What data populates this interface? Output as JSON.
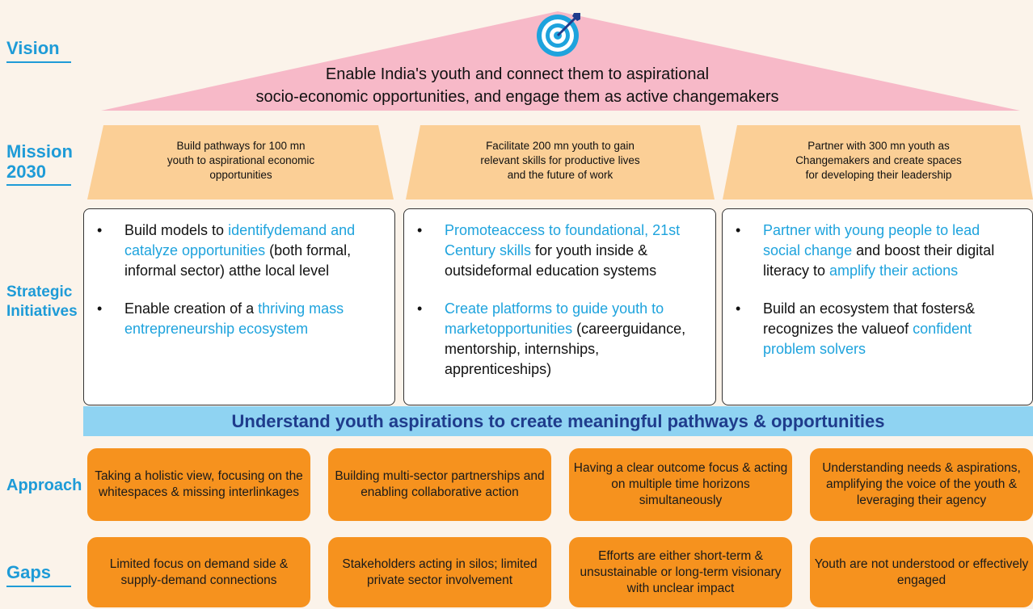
{
  "colors": {
    "accent": "#1e9bd7",
    "roof": "#f7b9c8",
    "trapezoid": "#fbcf96",
    "banner": "#8fd3f2",
    "banner_text": "#1f3c8c",
    "orange": "#f6921e"
  },
  "labels": {
    "vision": "Vision",
    "mission_line1": "Mission",
    "mission_line2": "2030",
    "strategic_line1": "Strategic",
    "strategic_line2": "Initiatives",
    "approach": "Approach",
    "gaps": "Gaps"
  },
  "vision": {
    "icon": "target-icon",
    "line1": "Enable India's youth and connect them to aspirational",
    "line2": "socio-economic opportunities, and engage them as active changemakers"
  },
  "missions": [
    {
      "l1": "Build pathways for 100 mn",
      "l2": "youth to aspirational economic",
      "l3": "opportunities"
    },
    {
      "l1": "Facilitate 200 mn youth to gain",
      "l2": "relevant skills for productive lives",
      "l3": "and the future of work"
    },
    {
      "l1": "Partner with 300 mn youth as",
      "l2": "Changemakers and create spaces",
      "l3": "for developing their leadership"
    }
  ],
  "initiatives": [
    [
      {
        "a": "Build models to ",
        "b": "identifydemand and catalyze opportunities",
        "c": " (both formal, informal sector) atthe local level"
      },
      {
        "a": "Enable creation of a ",
        "b": "thriving mass entrepreneurship ecosystem",
        "c": ""
      }
    ],
    [
      {
        "a": "",
        "b": "Promoteaccess to foundational, 21st Century skills",
        "c": " for youth inside & outsideformal education systems"
      },
      {
        "a": "",
        "b": "Create platforms to guide youth to marketopportunities",
        "c": " (careerguidance, mentorship, internships, apprenticeships)"
      }
    ],
    [
      {
        "a": "",
        "b": "Partner with young people to lead social change",
        "c": " and boost their digital literacy to ",
        "d": "amplify their actions"
      },
      {
        "a": "Build an ecosystem that fosters& recognizes the valueof ",
        "b": "confident problem solvers",
        "c": ""
      }
    ]
  ],
  "banner": "Understand youth aspirations to create meaningful pathways & opportunities",
  "approach": [
    "Taking a holistic view, focusing on the whitespaces & missing interlinkages",
    "Building multi-sector partnerships and enabling collaborative action",
    "Having a clear outcome focus & acting on multiple time horizons simultaneously",
    "Understanding needs & aspirations, amplifying the voice of the youth & leveraging their agency"
  ],
  "gaps": [
    "Limited focus on demand side & supply-demand connections",
    "Stakeholders acting in silos; limited private sector involvement",
    "Efforts are either short-term & unsustainable or long-term visionary with unclear impact",
    "Youth are not understood or effectively engaged"
  ]
}
